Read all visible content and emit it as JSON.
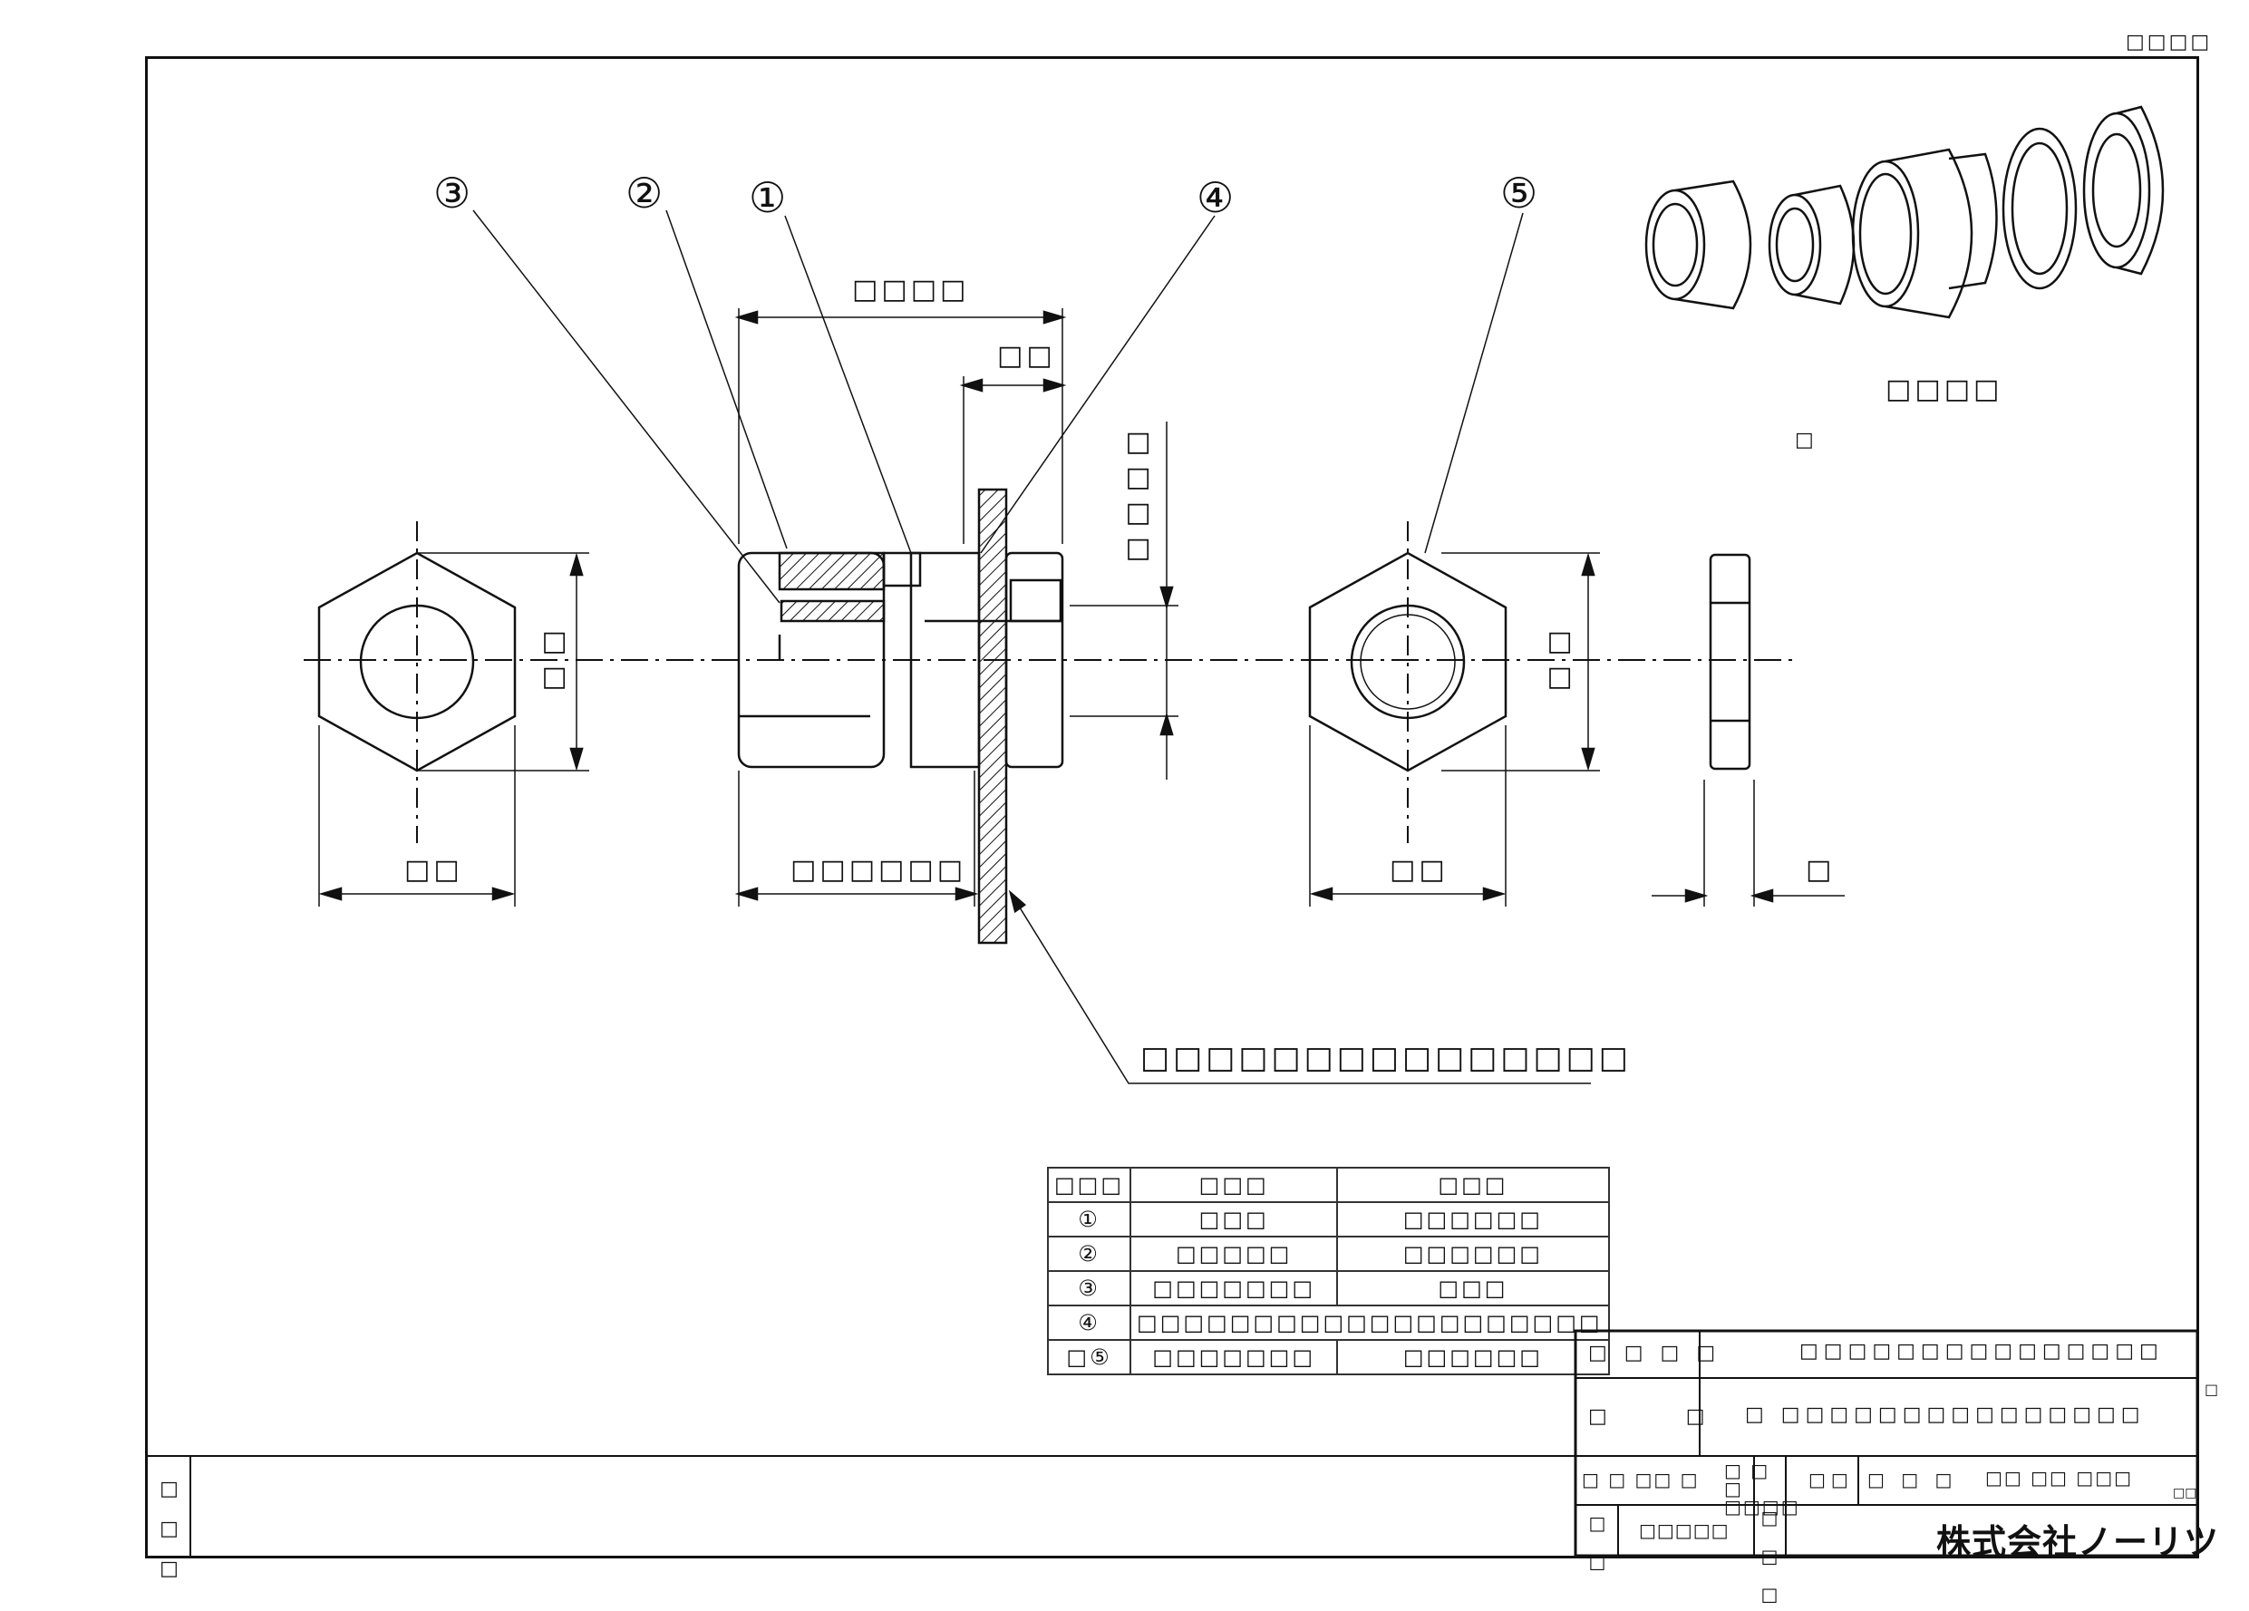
{
  "header": {
    "corner_code": "□□□□"
  },
  "callouts": [
    "③",
    "②",
    "①",
    "④",
    "⑤"
  ],
  "dimensions": {
    "overall_length": "□□□□",
    "thread_length": "□□",
    "cable_range": "□□□□",
    "hex_height_left": "□□",
    "hex_width_left": "□□",
    "body_length": "□□□□□□",
    "hex_height_right": "□□",
    "hex_width_right": "□□",
    "nut_thickness": "□"
  },
  "notes": {
    "panel_note": "□□□□□□□□□□□□□□□",
    "iso_caption": "□□□□",
    "iso_sub": "□"
  },
  "parts_table": {
    "headers": [
      "□□□",
      "□□□",
      "□□□"
    ],
    "rows": [
      {
        "no": "①",
        "name": "□□□",
        "material": "□□□□□□"
      },
      {
        "no": "②",
        "name": "□□□□□",
        "material": "□□□□□□"
      },
      {
        "no": "③",
        "name": "□□□□□□□",
        "material": "□□□"
      },
      {
        "no": "④",
        "name": "□□□□□□□□□□□□□□□□□□□□",
        "material": ""
      },
      {
        "no": "□⑤",
        "name": "□□□□□□□",
        "material": "□□□□□□"
      }
    ]
  },
  "title_block": {
    "r1_label": "□ □ □ □",
    "r1_value": "□□□□□□□□□□□□□□□",
    "r2_label": "□ □",
    "r2_value": "□ □□□□□□□□□□□□□□□",
    "r3_a": "□ □ □□ □",
    "r3_b": "□ □ □ □□□□",
    "r3_c": "□□",
    "r3_d": "□ □ □",
    "r3_e": "□□ □□ □□□",
    "r4_a": "□ □",
    "r4_b": "□□□□□",
    "r4_c": "□ □ □",
    "company": "株式会社ノーリツ",
    "side_mark": "□",
    "small_code": "□□"
  },
  "revision": {
    "label": "□ □ □"
  }
}
